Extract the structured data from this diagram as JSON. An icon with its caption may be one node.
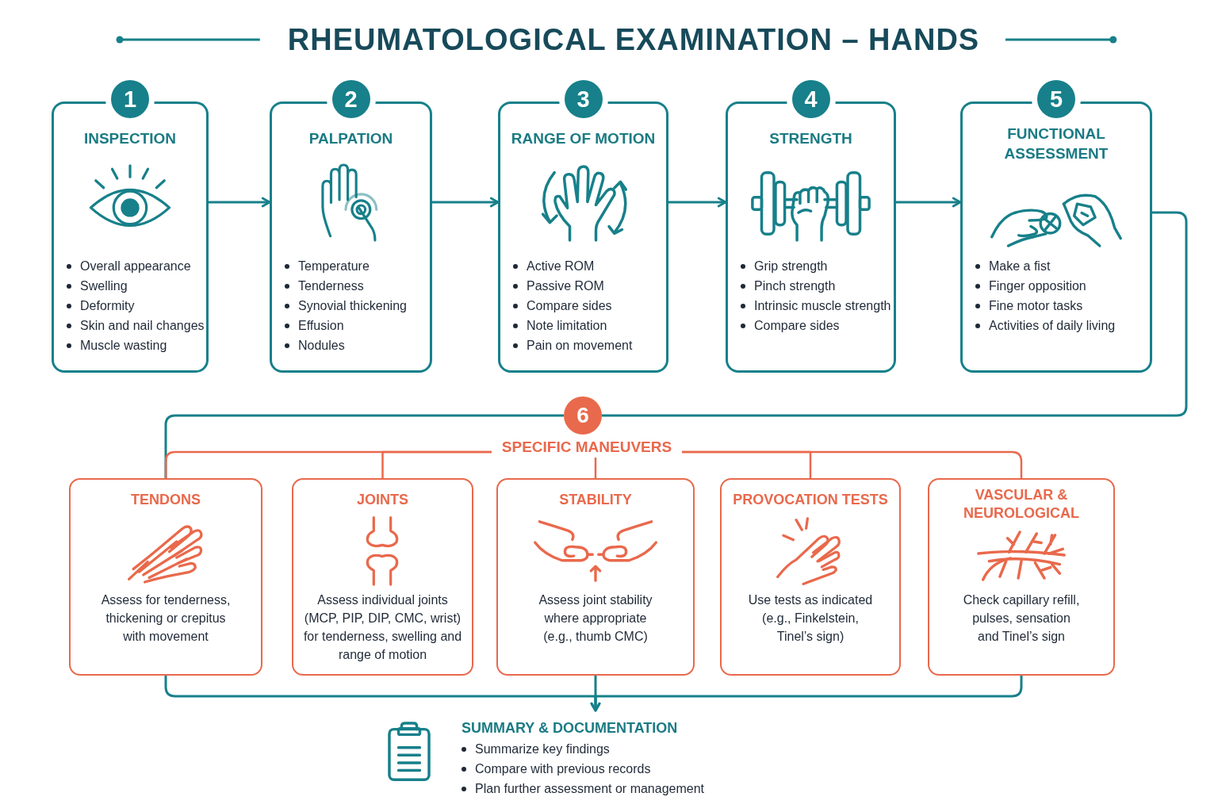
{
  "diagram": {
    "title": "RHEUMATOLOGICAL EXAMINATION – HANDS",
    "nodes": [
      {
        "text": [
          "1",
          "INSPECTION",
          "Overall appearance",
          "Swelling",
          "Deformity",
          "Skin and nail changes",
          "Muscle wasting"
        ]
      },
      {
        "text": [
          "2",
          "PALPATION",
          "Temperature",
          "Tenderness",
          "Synovial thickening",
          "Effusion",
          "Nodules"
        ]
      },
      {
        "text": [
          "3",
          "RANGE OF MOTION",
          "Active ROM",
          "Passive ROM",
          "Compare sides",
          "Note limitation",
          "Pain on movement"
        ]
      },
      {
        "text": [
          "4",
          "STRENGTH",
          "Grip strength",
          "Pinch strength",
          "Intrinsic muscle strength",
          "Compare sides"
        ]
      },
      {
        "text": [
          "5",
          "FUNCTIONAL ASSESSMENT",
          "Make a fist",
          "Finger opposition",
          "Fine motor tasks",
          "Activities of daily living"
        ]
      },
      {
        "text": [
          "6"
        ]
      },
      {
        "text": [
          "SPECIFIC MANEUVERS"
        ]
      },
      {
        "text": [
          "TENDONS",
          "Assess for tenderness, thickening or crepitus with movement"
        ]
      },
      {
        "text": [
          "JOINTS",
          "Assess individual joints (MCP, PIP, DIP, CMC, wrist) for tenderness, swelling and range of motion"
        ]
      },
      {
        "text": [
          "STABILITY",
          "Assess joint stability where appropriate (e.g., thumb CMC)"
        ]
      },
      {
        "text": [
          "PROVOCATION TESTS",
          "Use tests as indicated (e.g., Finkelstein, Tinel’s sign)"
        ]
      },
      {
        "text": [
          "VASCULAR & NEUROLOGICAL",
          "Check capillary refill, pulses, sensation and Tinel’s sign"
        ]
      },
      {
        "text": [
          "SUMMARY & DOCUMENTATION",
          "Summarize key findings",
          "Compare with previous records",
          "Plan further assessment or management"
        ]
      }
    ],
    "edges": [
      {
        "from": 0,
        "to": 1,
        "arrow": "to"
      },
      {
        "from": 1,
        "to": 2,
        "arrow": "to"
      },
      {
        "from": 2,
        "to": 3,
        "arrow": "to"
      },
      {
        "from": 3,
        "to": 4,
        "arrow": "to"
      },
      {
        "from": 4,
        "to": 5,
        "arrow": "none"
      },
      {
        "from": 5,
        "to": 7,
        "arrow": "none"
      },
      {
        "from": 6,
        "to": 7,
        "arrow": "none",
        "color": "#e9694c"
      },
      {
        "from": 6,
        "to": 8,
        "arrow": "none",
        "color": "#e9694c"
      },
      {
        "from": 6,
        "to": 9,
        "arrow": "none",
        "color": "#e9694c"
      },
      {
        "from": 6,
        "to": 10,
        "arrow": "none",
        "color": "#e9694c"
      },
      {
        "from": 6,
        "to": 11,
        "arrow": "none",
        "color": "#e9694c"
      },
      {
        "from": 7,
        "to": 12,
        "arrow": "to"
      },
      {
        "from": 9,
        "to": 12,
        "arrow": "to"
      },
      {
        "from": 11,
        "to": 12,
        "arrow": "to"
      }
    ]
  }
}
